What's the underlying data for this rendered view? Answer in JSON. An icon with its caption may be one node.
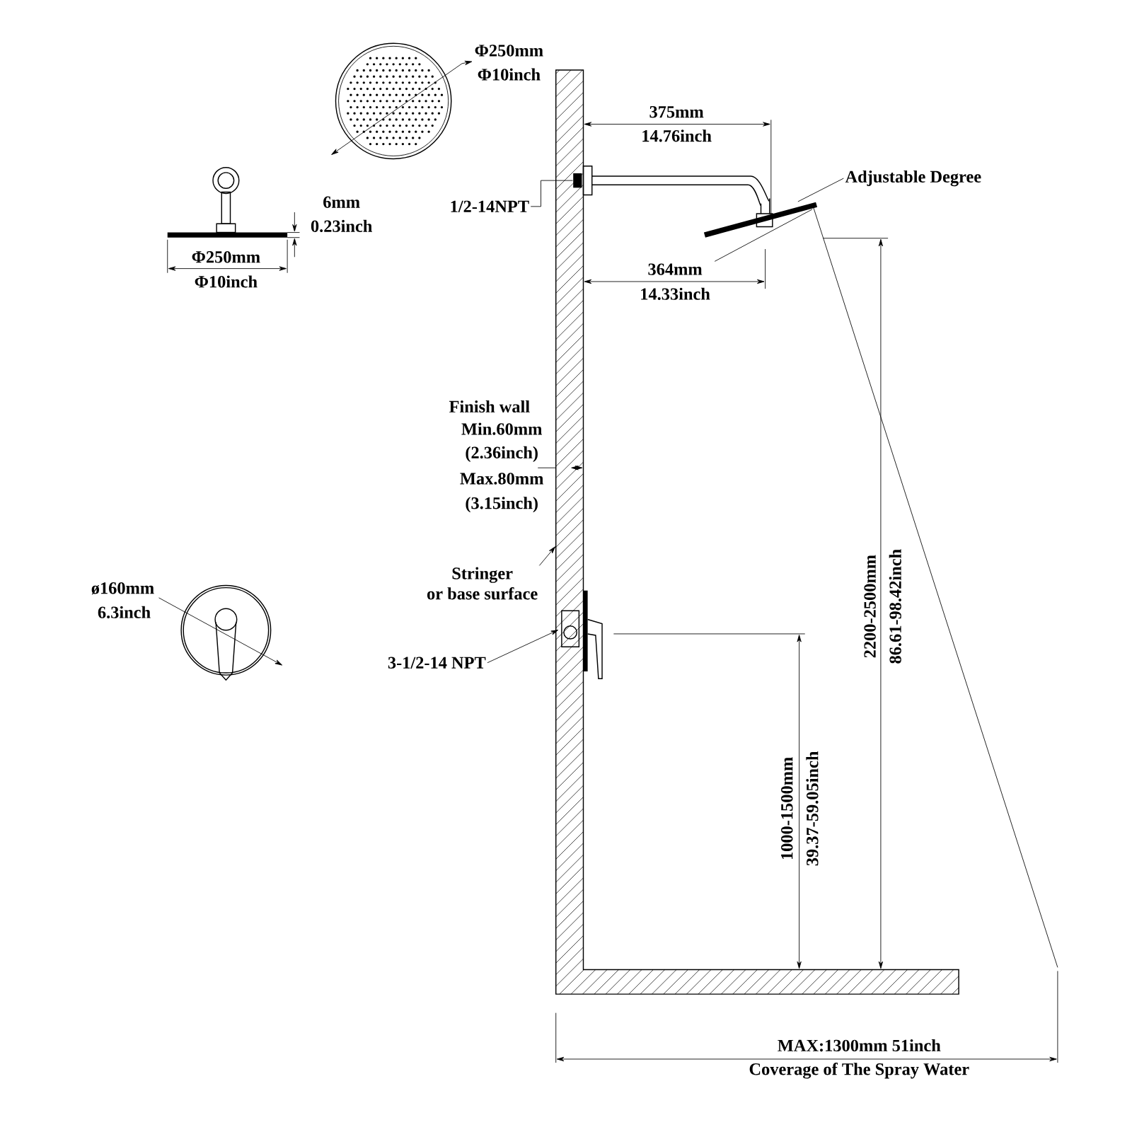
{
  "diagram": {
    "nodes": [
      {
        "text": [
          "Adjustable Degree"
        ]
      },
      {
        "text": [],
        "shape": "picture"
      },
      {
        "text": [
          "1/2-14NPT"
        ]
      },
      {
        "text": [],
        "shape": "box"
      },
      {
        "text": [
          "Stringer",
          "or base surface"
        ]
      },
      {
        "text": [
          "3-1/2-14 NPT"
        ]
      },
      {
        "text": [],
        "shape": "picture"
      }
    ],
    "edges": [
      {
        "from": 0,
        "to": 1,
        "arrow": "none"
      },
      {
        "from": 2,
        "to": 3,
        "arrow": "none"
      },
      {
        "from": 4,
        "to": null,
        "arrow": "to"
      },
      {
        "from": 5,
        "to": 6,
        "arrow": "to"
      }
    ],
    "labels": [
      "Φ250mm",
      "Φ10inch",
      "375mm",
      "14.76inch",
      "6mm",
      "0.23inch",
      "Φ250mm",
      "Φ10inch",
      "364mm",
      "14.33inch",
      "Finish wall",
      "Min.60mm",
      "(2.36inch)",
      "Max.80mm",
      "(3.15inch)",
      "ø160mm",
      "6.3inch",
      "2200-2500mm",
      "86.61-98.42inch",
      "1000-1500mm",
      "39.37-59.05inch",
      "MAX:1300mm 51inch",
      "Coverage of The Spray Water"
    ]
  }
}
